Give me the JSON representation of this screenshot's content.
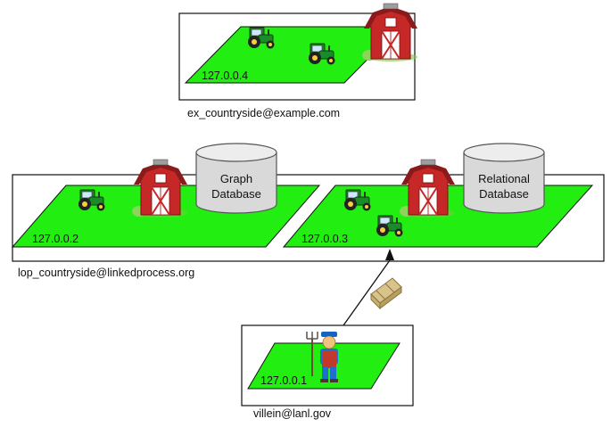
{
  "diagram": {
    "top_site": {
      "farm_ip": "127.0.0.4",
      "label": "ex_countryside@example.com"
    },
    "middle_site": {
      "label": "lop_countryside@linkedprocess.org",
      "farm_left": {
        "ip": "127.0.0.2",
        "database_line1": "Graph",
        "database_line2": "Database"
      },
      "farm_right": {
        "ip": "127.0.0.3",
        "database_line1": "Relational",
        "database_line2": "Database"
      }
    },
    "bottom_site": {
      "farm_ip": "127.0.0.1",
      "label": "villein@lanl.gov"
    }
  },
  "colors": {
    "farm_green": "#22ee11",
    "barn_red": "#c62828",
    "tractor_green": "#1b8a2a",
    "database_gray": "#d9d9d9"
  },
  "icons": [
    "barn-icon",
    "tractor-icon",
    "database-icon",
    "farmer-icon",
    "hay-bale-icon",
    "arrow-up-icon"
  ]
}
